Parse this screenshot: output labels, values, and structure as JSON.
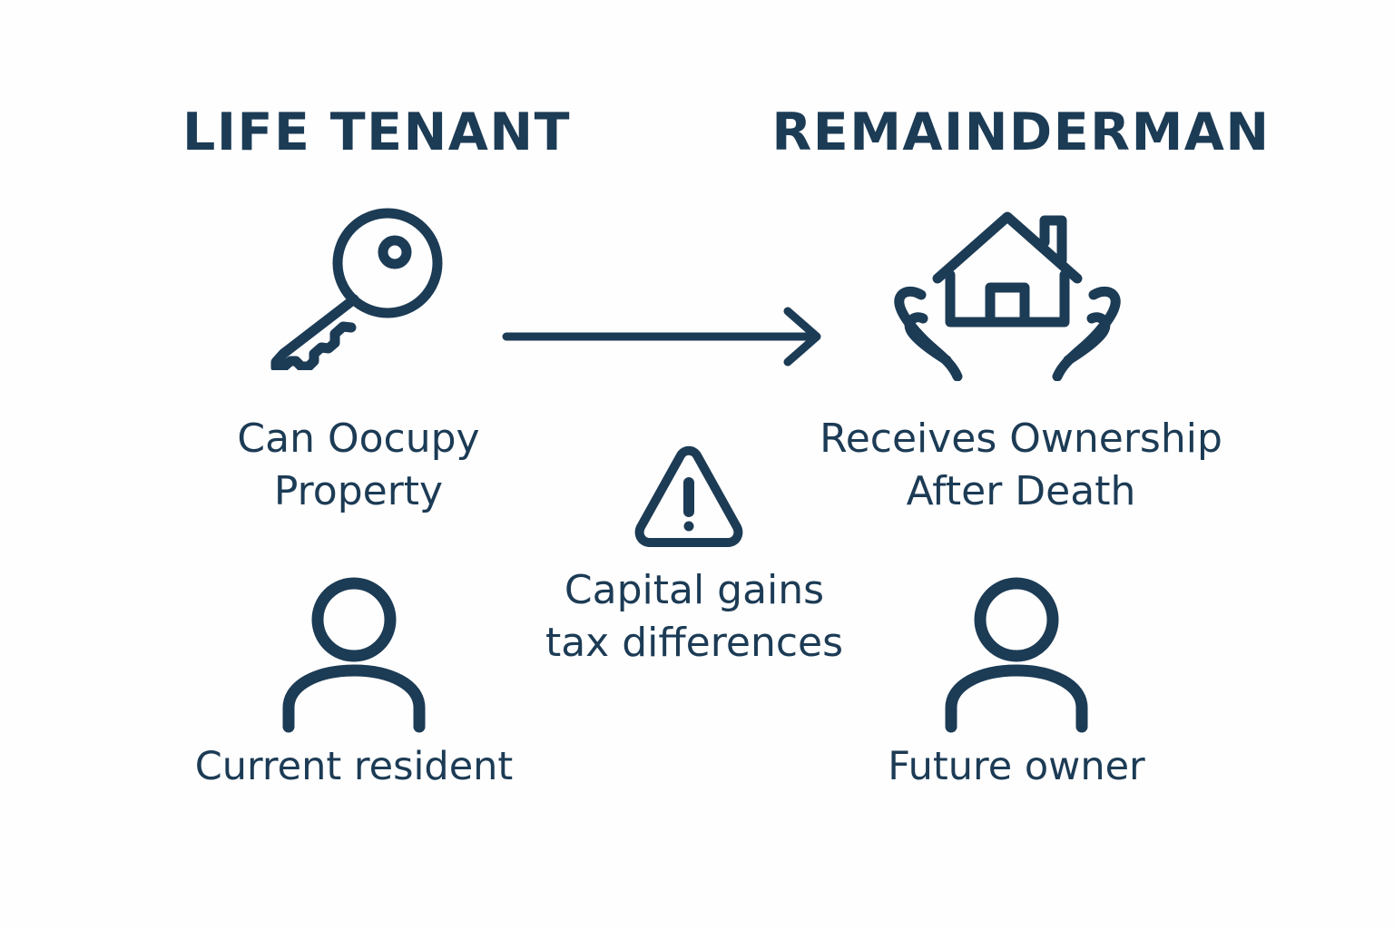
{
  "diagram": {
    "title_left": "LIFE TENANT",
    "title_right": "REMAINDERMAN",
    "accent_color": "#1c3b55",
    "background_color": "#ffffff",
    "left_column": {
      "icon": "key-icon",
      "caption": "Can Oocupy\nProperty",
      "person_icon": "person-icon",
      "person_label": "Current resident"
    },
    "right_column": {
      "icon": "house-in-hands-icon",
      "caption": "Receives Ownership\nAfter Death",
      "person_icon": "person-icon",
      "person_label": "Future owner"
    },
    "center": {
      "icon": "warning-triangle-icon",
      "caption": "Capital gains\ntax differences"
    },
    "connector": {
      "icon": "arrow-right-icon",
      "direction": "left-to-right"
    }
  }
}
